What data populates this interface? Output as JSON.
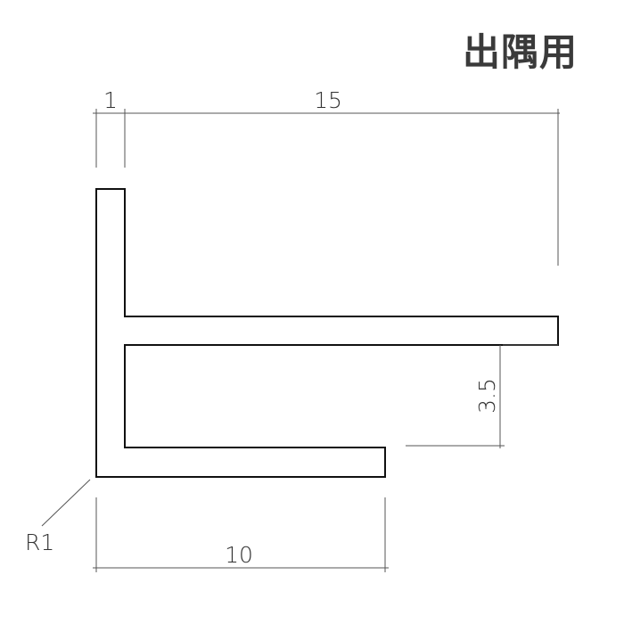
{
  "heading": "出隅用",
  "dimensions": {
    "thickness": "1",
    "flange_width": "15",
    "leg_height": "3.5",
    "base_width": "10",
    "corner_radius": "R1"
  },
  "colors": {
    "heading": "#3a3a3a",
    "profile_stroke": "#111111",
    "dimension_stroke": "#555555",
    "dimension_text": "#333333",
    "background": "#ffffff"
  }
}
